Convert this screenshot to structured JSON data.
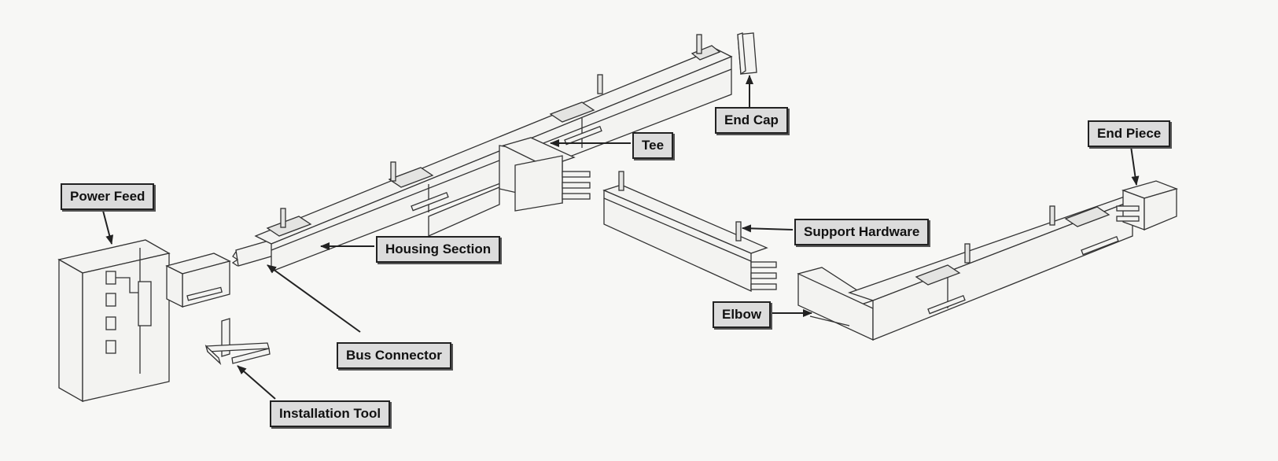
{
  "labels": {
    "power_feed": "Power Feed",
    "housing_section": "Housing Section",
    "bus_connector": "Bus Connector",
    "installation_tool": "Installation Tool",
    "tee": "Tee",
    "end_cap": "End Cap",
    "support_hardware": "Support Hardware",
    "elbow": "Elbow",
    "end_piece": "End Piece"
  },
  "colors": {
    "background": "#f7f7f5",
    "line": "#222222",
    "label_fill": "#dcdcdc",
    "housing_fill": "#f3f3f1"
  }
}
